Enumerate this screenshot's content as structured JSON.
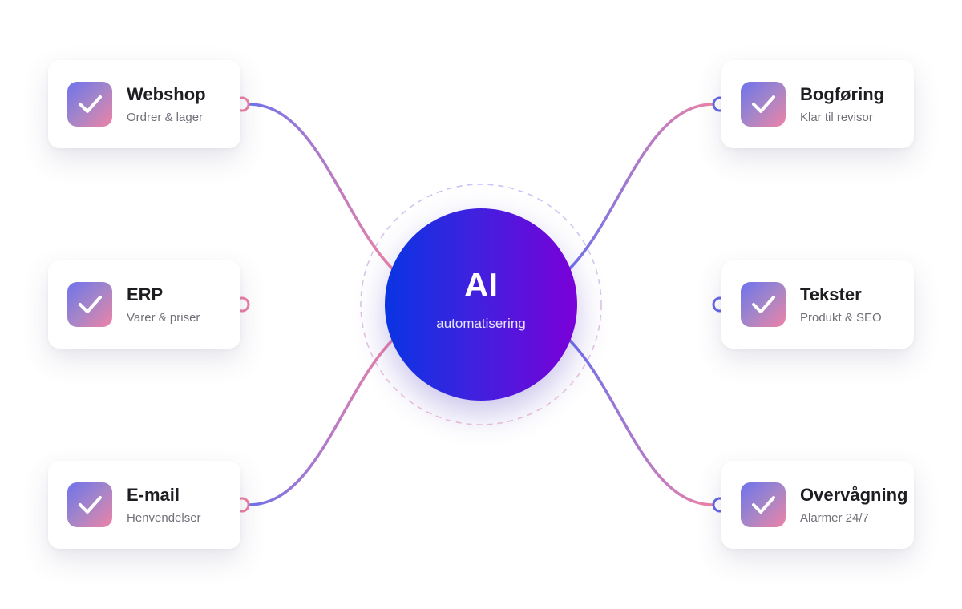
{
  "hub": {
    "title": "AI",
    "subtitle": "automatisering"
  },
  "left_nodes": [
    {
      "title": "Webshop",
      "subtitle": "Ordrer & lager",
      "icon": "check-icon"
    },
    {
      "title": "ERP",
      "subtitle": "Varer & priser",
      "icon": "check-icon"
    },
    {
      "title": "E-mail",
      "subtitle": "Henvendelser",
      "icon": "check-icon"
    }
  ],
  "right_nodes": [
    {
      "title": "Bogføring",
      "subtitle": "Klar til revisor",
      "icon": "check-icon"
    },
    {
      "title": "Tekster",
      "subtitle": "Produkt & SEO",
      "icon": "check-icon"
    },
    {
      "title": "Overvågning",
      "subtitle": "Alarmer 24/7",
      "icon": "check-icon"
    }
  ],
  "colors": {
    "hub_start": "#0934e3",
    "hub_end": "#7a00d8",
    "link_blue": "#6f72ec",
    "link_pink": "#ee82a6",
    "title_text": "#1d1d22",
    "subtitle_text": "#6f6f78"
  }
}
